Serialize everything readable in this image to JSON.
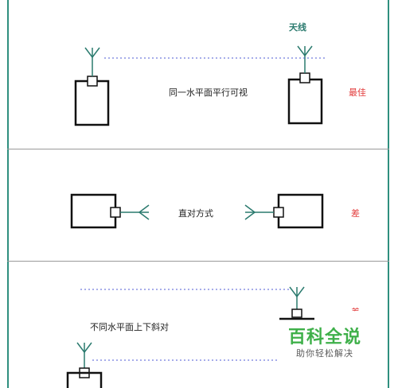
{
  "colors": {
    "frame": "#2f8f7f",
    "antenna": "#2a7a6e",
    "device": "#111111",
    "sight_line": "#4f5bd5",
    "rating": "#e23a3a",
    "watermark": "#3fb04a"
  },
  "sections": [
    {
      "id": "same-level",
      "caption": "同一水平面平行可视",
      "rating": "最佳",
      "antenna_label": "天线"
    },
    {
      "id": "direct",
      "caption": "直对方式",
      "rating": "差"
    },
    {
      "id": "different-level",
      "caption": "不同水平面上下斜对",
      "rating": "差"
    }
  ],
  "watermark": {
    "title": "百科全说",
    "subtitle": "助你轻松解决"
  }
}
